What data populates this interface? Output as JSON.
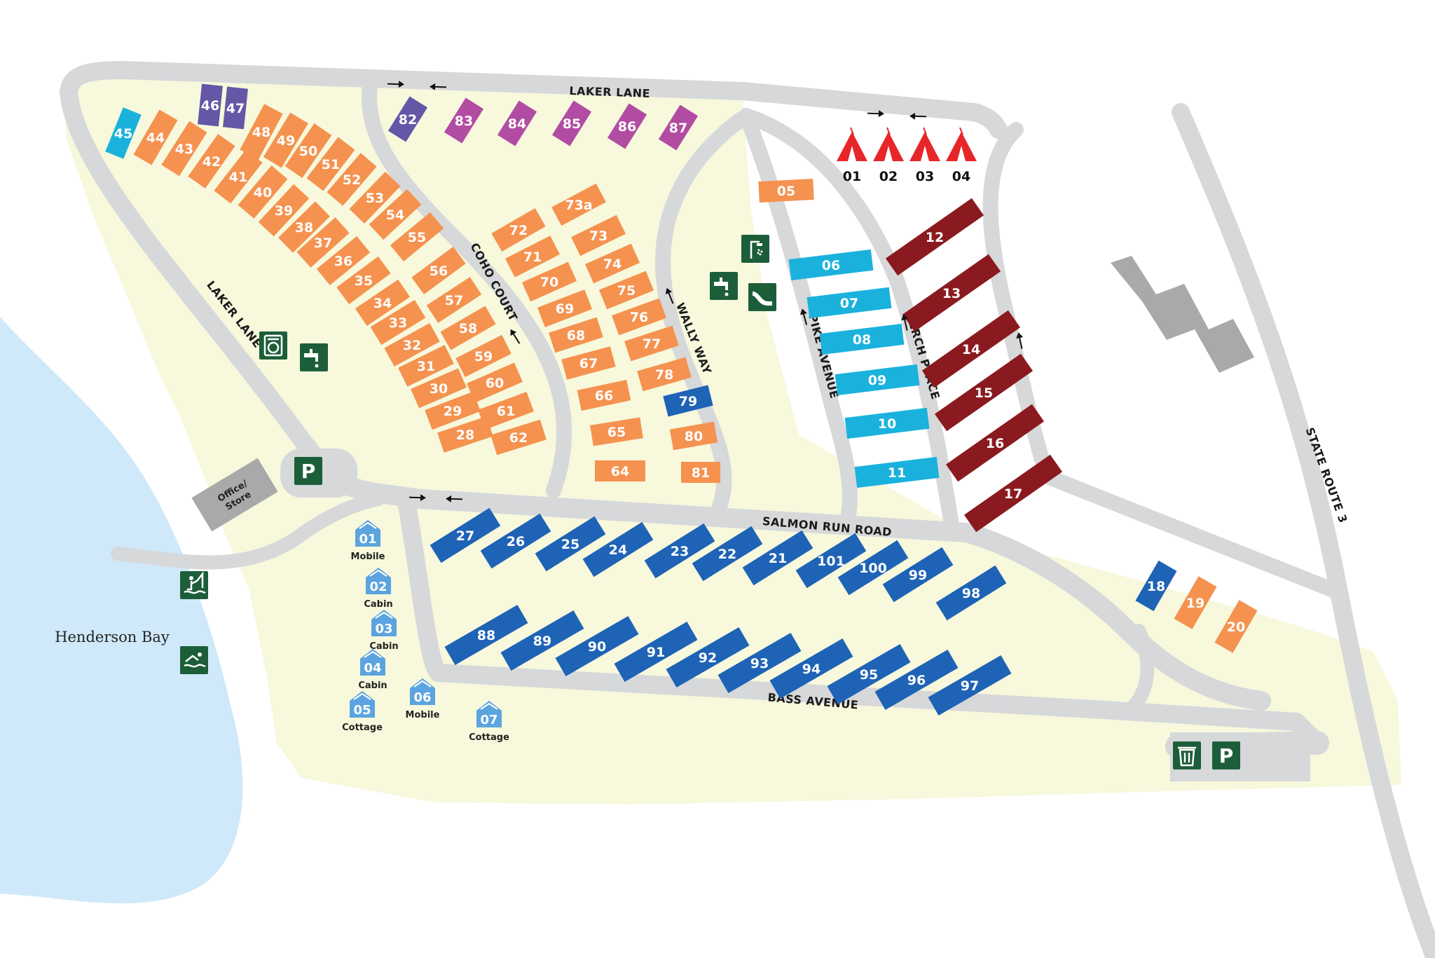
{
  "colors": {
    "land": "#f7f8dc",
    "water": "#cfe9fa",
    "road": "#d6d8da",
    "building": "#a9a9a9",
    "orange": "#f5924f",
    "purple": "#6357a6",
    "magenta": "#b24ca3",
    "blue": "#1e63b6",
    "light_blue": "#1ab2dd",
    "maroon": "#8a1a1f",
    "tent_red": "#e8262a",
    "lodging": "#5ba4df",
    "icon_green": "#1d5e3a"
  },
  "water": {
    "label": "Henderson Bay"
  },
  "building": {
    "label_line1": "Office/",
    "label_line2": "Store"
  },
  "roads": [
    {
      "id": "laker-lane-north",
      "label": "LAKER LANE"
    },
    {
      "id": "laker-lane-west",
      "label": "LAKER LANE"
    },
    {
      "id": "coho-court",
      "label": "COHO COURT"
    },
    {
      "id": "wally-way",
      "label": "WALLY WAY"
    },
    {
      "id": "pike-avenue",
      "label": "PIKE AVENUE"
    },
    {
      "id": "perch-place",
      "label": "PERCH PLACE"
    },
    {
      "id": "salmon-run-road",
      "label": "SALMON RUN ROAD"
    },
    {
      "id": "bass-avenue",
      "label": "BASS AVENUE"
    },
    {
      "id": "state-route-3",
      "label": "STATE ROUTE 3"
    }
  ],
  "tents": [
    "01",
    "02",
    "03",
    "04"
  ],
  "sites": {
    "light_blue_left": [
      "45"
    ],
    "purple": [
      "46",
      "47",
      "82"
    ],
    "magenta": [
      "83",
      "84",
      "85",
      "86",
      "87"
    ],
    "outer_arc": [
      "44",
      "43",
      "42",
      "41",
      "40",
      "39",
      "38",
      "37",
      "36",
      "35",
      "34",
      "33",
      "32",
      "31",
      "30",
      "29",
      "28"
    ],
    "inner_arc": [
      "48",
      "49",
      "50",
      "51",
      "52",
      "53",
      "54",
      "55",
      "56",
      "57",
      "58",
      "59",
      "60",
      "61",
      "62"
    ],
    "coho_east": [
      "72",
      "71",
      "70",
      "69",
      "68",
      "67",
      "66",
      "65",
      "64"
    ],
    "wally_west": [
      "73a",
      "73",
      "74",
      "75",
      "76",
      "77",
      "78"
    ],
    "wally_blue": [
      "79"
    ],
    "wally_south": [
      "80",
      "81"
    ],
    "pike_top": [
      "05"
    ],
    "pike_light_blue": [
      "06",
      "07",
      "08",
      "09",
      "10",
      "11"
    ],
    "maroon": [
      "12",
      "13",
      "14",
      "15",
      "16",
      "17"
    ],
    "salmon_blue": [
      "27",
      "26",
      "25",
      "24",
      "23",
      "22",
      "21",
      "101",
      "100",
      "99",
      "98"
    ],
    "bass_blue": [
      "88",
      "89",
      "90",
      "91",
      "92",
      "93",
      "94",
      "95",
      "96",
      "97"
    ],
    "east_blue": [
      "18"
    ],
    "east_orange": [
      "19",
      "20"
    ]
  },
  "lodging": [
    {
      "num": "01",
      "type": "Mobile"
    },
    {
      "num": "02",
      "type": "Cabin"
    },
    {
      "num": "03",
      "type": "Cabin"
    },
    {
      "num": "04",
      "type": "Cabin"
    },
    {
      "num": "05",
      "type": "Cottage"
    },
    {
      "num": "06",
      "type": "Mobile"
    },
    {
      "num": "07",
      "type": "Cottage"
    }
  ],
  "amenity_icons": [
    "shower-icon",
    "water-tap-icon",
    "dump-station-icon",
    "laundry-icon",
    "water-tap-icon",
    "parking-icon",
    "fishing-icon",
    "swimming-icon",
    "trash-icon",
    "parking-icon"
  ],
  "parking_label": "P"
}
